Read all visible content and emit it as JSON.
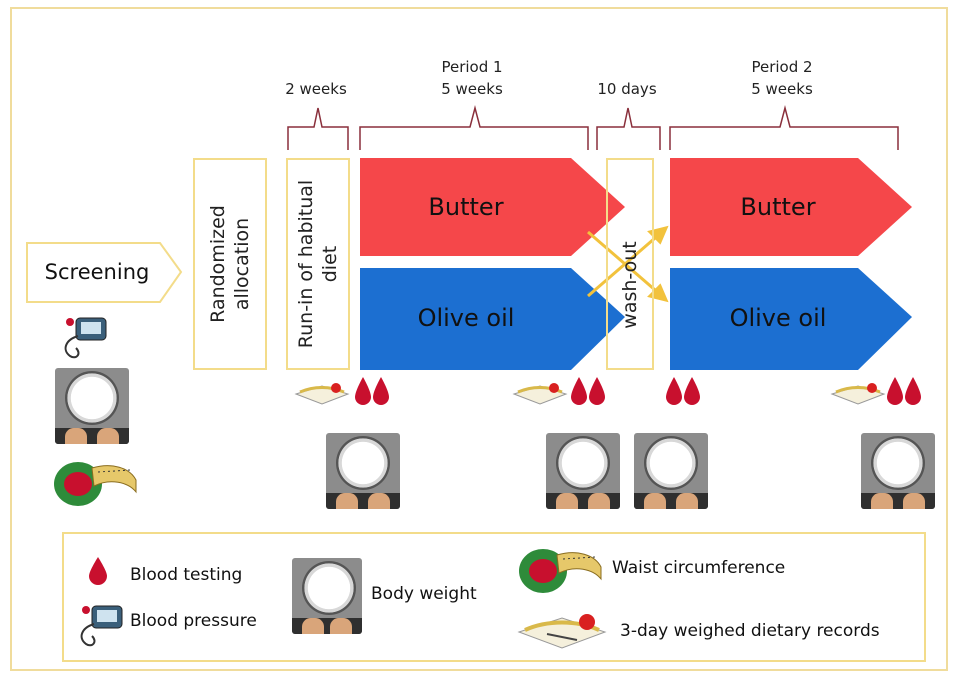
{
  "steps": {
    "screening": "Screening",
    "randomized_allocation": "Randomized allocation",
    "run_in": "Run-in of habitual diet",
    "wash_out": "wash-out"
  },
  "timeline": {
    "run_in_duration": "2 weeks",
    "period1_title": "Period 1",
    "period1_duration": "5 weeks",
    "washout_duration": "10 days",
    "period2_title": "Period 2",
    "period2_duration": "5 weeks"
  },
  "arms": {
    "p1_top": "Butter",
    "p1_bottom": "Olive oil",
    "p2_top": "Butter",
    "p2_bottom": "Olive oil"
  },
  "legend": {
    "blood_testing": "Blood testing",
    "blood_pressure": "Blood pressure",
    "body_weight": "Body weight",
    "waist": "Waist circumference",
    "dietary": "3-day weighed dietary records"
  },
  "colors": {
    "butter": "#f5474a",
    "olive_oil": "#1c6fd1",
    "crossover_arrow": "#f2c23c",
    "box_border": "#f3dc8a",
    "brace": "#8a2f3b",
    "blood_drop": "#c8102e"
  },
  "icons": [
    "blood-drop-icon",
    "blood-pressure-icon",
    "scale-icon",
    "tape-measure-icon",
    "dietary-record-icon"
  ]
}
